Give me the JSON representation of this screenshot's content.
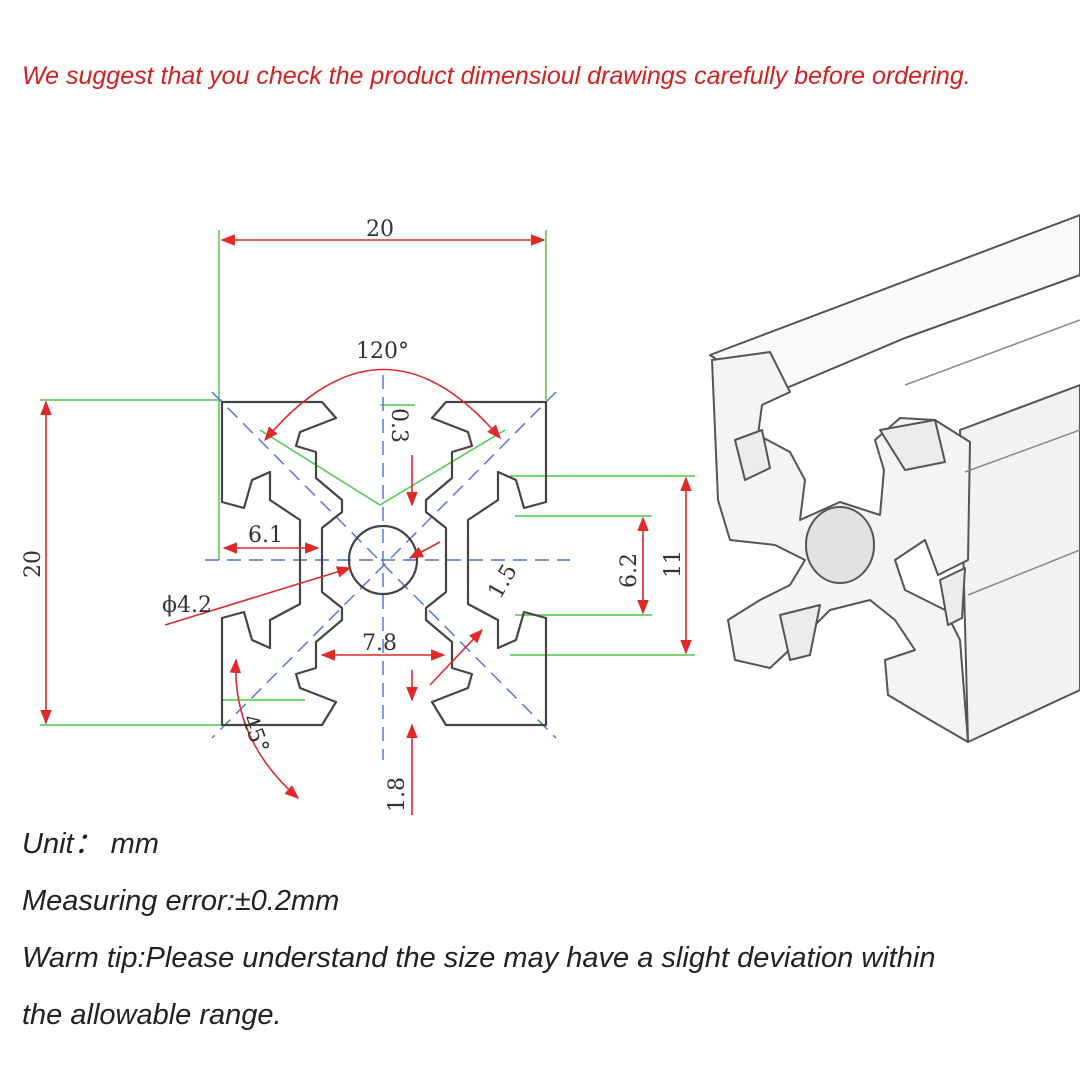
{
  "notice": "We suggest that you check the product dimensioul drawings carefully before ordering.",
  "drawing": {
    "width": "20",
    "height": "20",
    "angle_top": "120°",
    "slot_depth": "0.3",
    "center_offset": "6.1",
    "bore": "ϕ4.2",
    "slot_opening": "6.2",
    "slot_inner": "11",
    "wall": "1.5",
    "core": "7.8",
    "lip": "1.8",
    "angle_corner": "45°"
  },
  "specs": {
    "unit": "Unit：  mm",
    "error": "Measuring error:±0.2mm",
    "tip_line1": "Warm tip:Please understand the size may have a slight deviation within",
    "tip_line2": "the allowable range."
  },
  "colors": {
    "notice": "#d42020",
    "dimension_line": "#e02a2a",
    "extension_line": "#4cc94c",
    "center_line": "#4d6fd6",
    "outline": "#444444"
  }
}
